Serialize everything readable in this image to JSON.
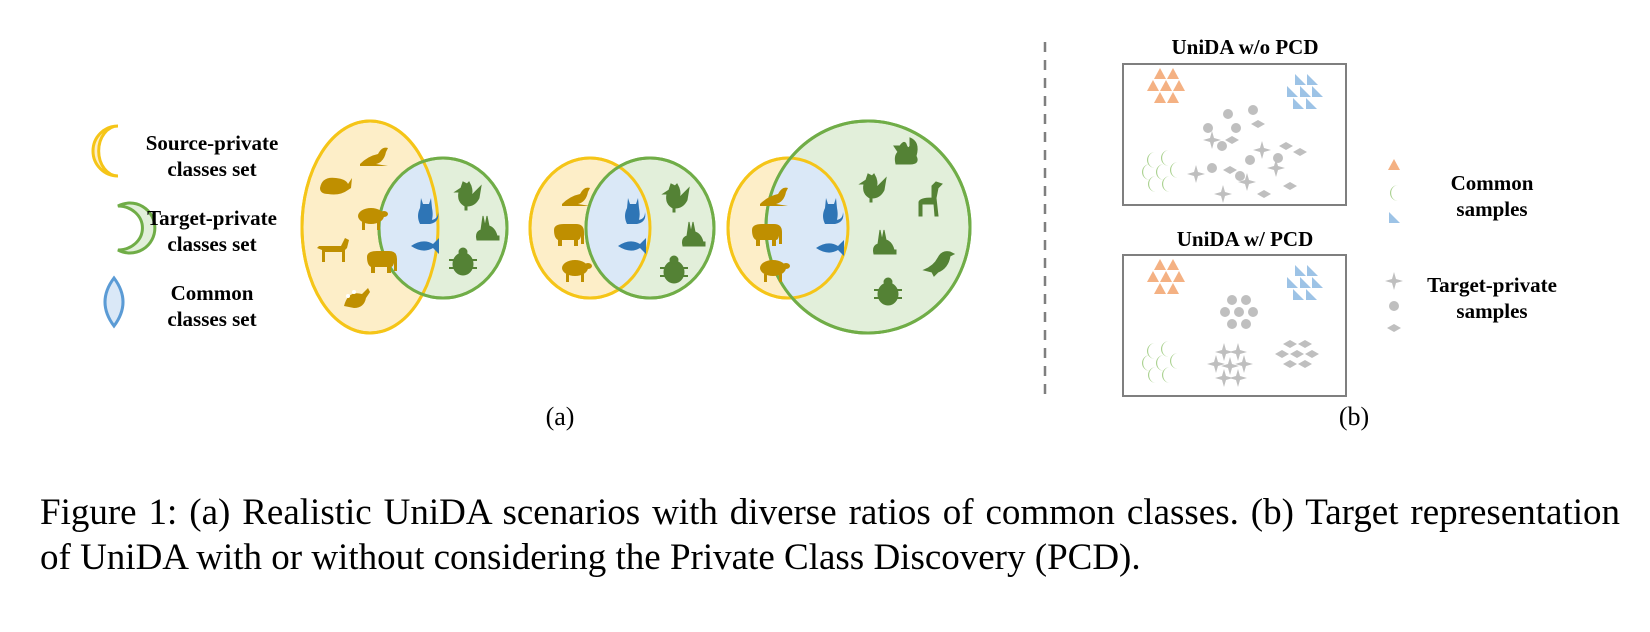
{
  "legend_a": {
    "source_private": [
      "Source-private",
      "classes set"
    ],
    "target_private": [
      "Target-private",
      "classes set"
    ],
    "common": [
      "Common",
      "classes set"
    ]
  },
  "panel_a_label": "(a)",
  "panel_b_label": "(b)",
  "panel_b": {
    "top_title": "UniDA w/o PCD",
    "bottom_title": "UniDA  w/ PCD",
    "legend_common": [
      "Common",
      "samples"
    ],
    "legend_target_private": [
      "Target-private",
      "samples"
    ]
  },
  "colors": {
    "source_fill": "#fdeec8",
    "source_stroke": "#f5c518",
    "source_icon": "#bf8f00",
    "target_fill": "#e2efda",
    "target_stroke": "#70ad47",
    "target_icon": "#548235",
    "common_fill": "#dae8f7",
    "common_stroke": "#5b9bd5",
    "common_icon": "#2e75b6",
    "orange_sample": "#f4b183",
    "green_sample": "#a9d18e",
    "blue_sample": "#9dc3e6",
    "gray_sample": "#bfbfbf"
  },
  "icons": {
    "source": [
      "seal-icon",
      "whale-icon",
      "sheep-icon",
      "horse-icon",
      "elephant-icon",
      "peacock-icon"
    ],
    "common": [
      "cat-icon",
      "fish-icon"
    ],
    "target": [
      "rooster-icon",
      "rabbit-icon",
      "ladybug-icon",
      "squirrel-icon",
      "giraffe-icon",
      "bird-icon"
    ]
  },
  "caption": "Figure 1: (a) Realistic UniDA scenarios with diverse ratios of common classes. (b) Target representation of UniDA with or without considering the Private Class Discovery (PCD)."
}
